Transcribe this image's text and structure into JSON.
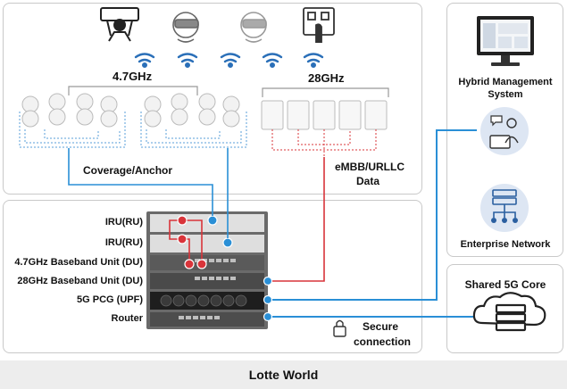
{
  "band_low": "4.7GHz",
  "band_high": "28GHz",
  "coverage_label": "Coverage/Anchor",
  "embb_label_line1": "eMBB/URLLC",
  "embb_label_line2": "Data",
  "rack_labels": [
    "IRU(RU)",
    "IRU(RU)",
    "4.7GHz Baseband Unit (DU)",
    "28GHz Baseband Unit (DU)",
    "5G PCG (UPF)",
    "Router"
  ],
  "secure_line1": "Secure",
  "secure_line2": "connection",
  "hms_line1": "Hybrid Management",
  "hms_line2": "System",
  "enterprise_label": "Enterprise Network",
  "core_label": "Shared 5G Core",
  "footer": "Lotte World",
  "colors": {
    "blue": "#2a8fd6",
    "red": "#d9343a",
    "circle_bg": "#dde6f3",
    "panel_border": "#c9c9c9"
  },
  "icons": [
    "vr-user-icon",
    "vr-headset-icon",
    "vr-headset-icon",
    "touch-screen-icon",
    "wifi-icon",
    "monitor-icon",
    "support-agent-icon",
    "server-network-icon",
    "cloud-servers-icon",
    "lock-icon"
  ]
}
